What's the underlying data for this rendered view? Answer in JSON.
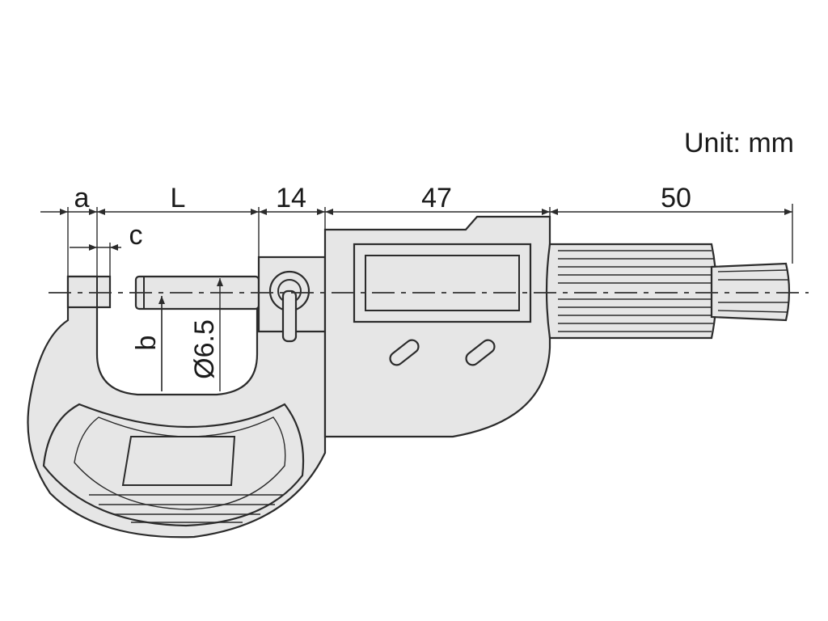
{
  "unit_label": "Unit: mm",
  "dimensions": {
    "a": "a",
    "L": "L",
    "d14": "14",
    "d47": "47",
    "d50": "50",
    "c": "c",
    "b": "b",
    "diameter": "Ø6.5"
  }
}
